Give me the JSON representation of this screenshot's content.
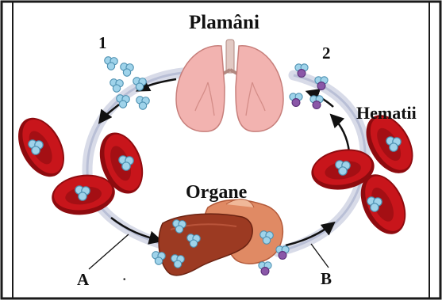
{
  "labels": {
    "lungs": "Plamâni",
    "step_1": "1",
    "step_2": "2",
    "red_cells": "Hematii",
    "organs": "Organe",
    "point_a": "A",
    "point_b": "B"
  },
  "colors": {
    "frame": "#1a1a1a",
    "red_cell": "#c8151b",
    "red_cell_dark": "#8e0b0f",
    "oxygen": "#9fd3ea",
    "carbon_dioxide": "#8a57a8",
    "lungs": "#f2b3b0",
    "liver": "#9c3a22",
    "stomach": "#e08a64",
    "loop": "#d8dbe8"
  }
}
